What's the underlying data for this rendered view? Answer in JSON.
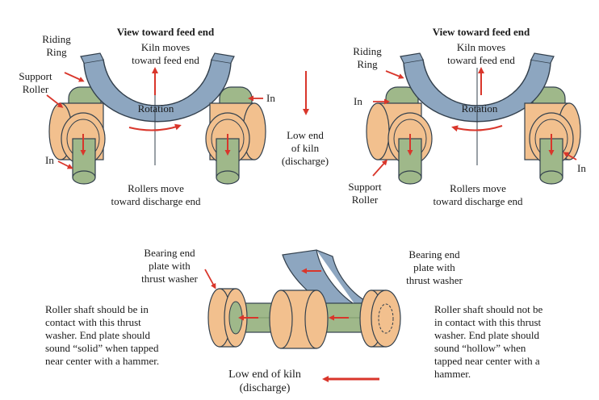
{
  "colors": {
    "ring_fill": "#8da6c0",
    "ring_stroke": "#33404d",
    "roller_fill": "#f2c08e",
    "shaft_fill": "#9fb88a",
    "arrow": "#d9362b",
    "text": "#1a1a1a"
  },
  "left_view": {
    "title": "View toward feed end",
    "riding_ring": [
      "Riding",
      "Ring"
    ],
    "support_roller": [
      "Support",
      "Roller"
    ],
    "kiln_moves": [
      "Kiln moves",
      "toward feed end"
    ],
    "rotation": "Rotation",
    "in_right": "In",
    "in_left": "In",
    "rollers_move": [
      "Rollers move",
      "toward discharge end"
    ]
  },
  "center": {
    "low_end": [
      "Low end",
      "of kiln",
      "(discharge)"
    ]
  },
  "right_view": {
    "title": "View toward feed end",
    "riding_ring": [
      "Riding",
      "Ring"
    ],
    "kiln_moves": [
      "Kiln moves",
      "toward feed end"
    ],
    "in_left": "In",
    "rotation": "Rotation",
    "support_roller": [
      "Support",
      "Roller"
    ],
    "in_right": "In",
    "rollers_move": [
      "Rollers move",
      "toward discharge end"
    ]
  },
  "bottom": {
    "bearing_left": [
      "Bearing end",
      "plate with",
      "thrust washer"
    ],
    "bearing_right": [
      "Bearing end",
      "plate with",
      "thrust washer"
    ],
    "note_left": [
      "Roller shaft should be in",
      "contact with this thrust",
      "washer.  End plate should",
      "sound “solid” when tapped",
      "near center with a hammer."
    ],
    "note_right": [
      "Roller shaft should not be",
      "in contact with this thrust",
      "washer.  End plate should",
      "sound “hollow” when",
      "tapped near center with a",
      "hammer."
    ],
    "low_end": [
      "Low end of kiln",
      "(discharge)"
    ]
  }
}
